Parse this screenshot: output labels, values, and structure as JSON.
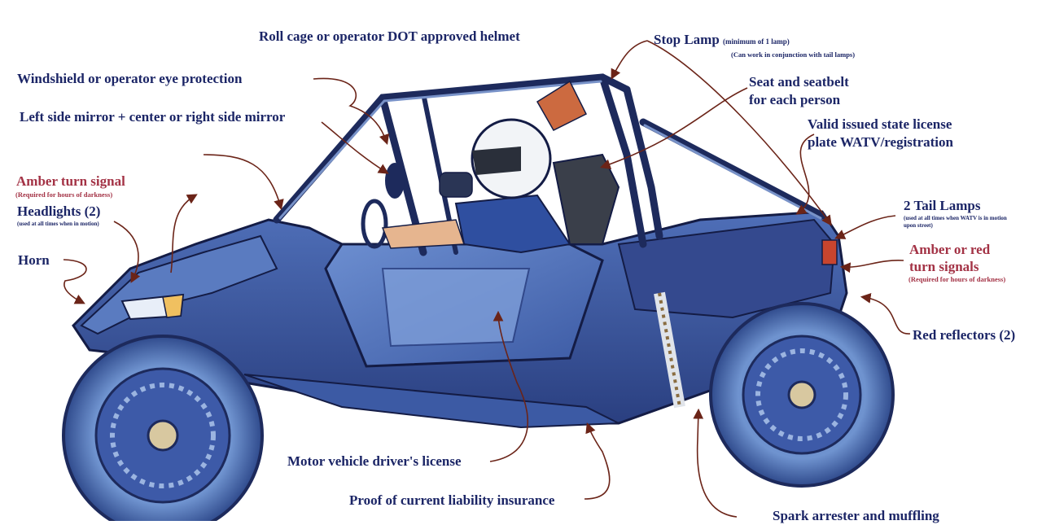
{
  "labels": {
    "roll_cage": "Roll cage or operator DOT approved helmet",
    "stop_lamp": "Stop Lamp",
    "stop_lamp_min": "(minimum of 1 lamp)",
    "stop_lamp_note": "(Can work in conjunction with tail lamps)",
    "windshield": "Windshield or operator eye protection",
    "seat_line1": "Seat and seatbelt",
    "seat_line2": "for each person",
    "mirror": "Left side mirror + center or right side mirror",
    "plate_line1": "Valid issued state license",
    "plate_line2": "plate WATV/registration",
    "amber_turn": "Amber turn signal",
    "amber_turn_note": "(Required for hours of darkness)",
    "headlights": "Headlights (2)",
    "headlights_note": "(used at all times when in motion)",
    "horn": "Horn",
    "tail_lamps": "2 Tail Lamps",
    "tail_note_line1": "(used at all times when WATV is in motion",
    "tail_note_line2": "upon street)",
    "amber_red_line1": "Amber or red",
    "amber_red_line2": "turn signals",
    "amber_red_note": "(Required for hours of darkness)",
    "red_reflectors": "Red reflectors (2)",
    "drivers_license": "Motor vehicle driver's license",
    "insurance": "Proof of current liability insurance",
    "spark_arrester": "Spark arrester and muffling"
  },
  "colors": {
    "label_blue": "#1b2566",
    "label_red": "#a33245",
    "arrow_brown": "#6b2418",
    "vehicle_blue": "#3d5aa8",
    "tire_blue": "#7fa2d6"
  }
}
